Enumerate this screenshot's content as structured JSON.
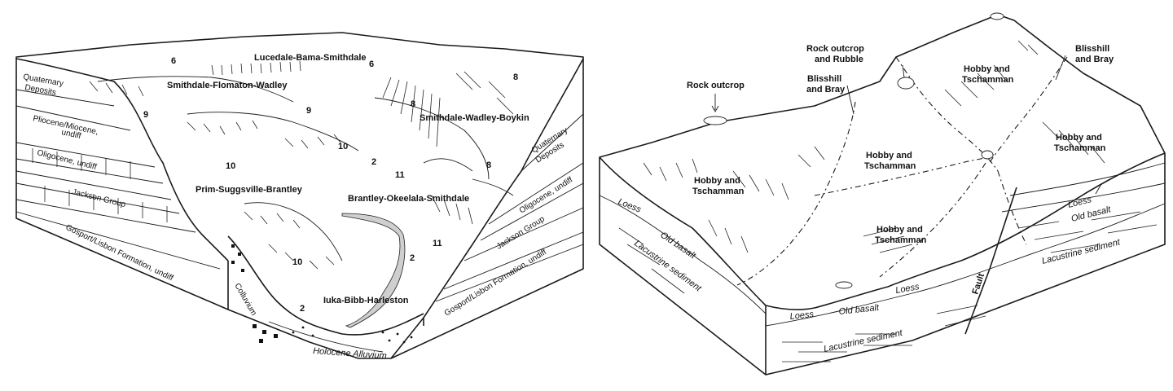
{
  "left_diagram": {
    "soil_labels": {
      "lucedale": "Lucedale-Bama-Smithdale",
      "smithdale_flomaton": "Smithdale-Flomaton-Wadley",
      "smithdale_wadley": "Smithdale-Wadley-Boykin",
      "prim": "Prim-Suggsville-Brantley",
      "brantley": "Brantley-Okeelala-Smithdale",
      "iuka": "Iuka-Bibb-Harleston"
    },
    "unit_numbers": {
      "n6a": "6",
      "n6b": "6",
      "n8a": "8",
      "n8b": "8",
      "n8c": "8",
      "n9a": "9",
      "n9b": "9",
      "n10a": "10",
      "n10b": "10",
      "n10c": "10",
      "n11a": "11",
      "n11b": "11",
      "n2a": "2",
      "n2b": "2",
      "n2c": "2"
    },
    "strata_left": {
      "quaternary_1": "Quaternary",
      "quaternary_2": "Deposits",
      "pliocene_1": "Pliocene/Miocene,",
      "pliocene_2": "undiff",
      "oligocene": "Oligocene, undiff",
      "jackson": "Jackson Group",
      "gosport": "Gosport/Lisbon Formation, undiff",
      "colluvium": "Colluvium",
      "holocene": "Holocene Alluvium"
    },
    "strata_right": {
      "quaternary_1": "Quaternary",
      "quaternary_2": "Deposits",
      "oligocene": "Oligocene, undiff",
      "jackson": "Jackson Group",
      "gosport": "Gosport/Lisbon Formation, undiff"
    }
  },
  "right_diagram": {
    "labels": {
      "rock_outcrop": "Rock outcrop",
      "rock_rubble_1": "Rock outcrop",
      "rock_rubble_2": "and Rubble",
      "blisshill_bray_a_1": "Blisshill",
      "blisshill_bray_a_2": "and Bray",
      "blisshill_bray_b_1": "Blisshill",
      "blisshill_bray_b_2": "and Bray",
      "hobby_1": "Hobby and",
      "hobby_2": "Tschamman"
    },
    "strata": {
      "loess": "Loess",
      "old_basalt": "Old basalt",
      "lacustrine": "Lacustrine sediment",
      "fault": "Fault"
    }
  }
}
